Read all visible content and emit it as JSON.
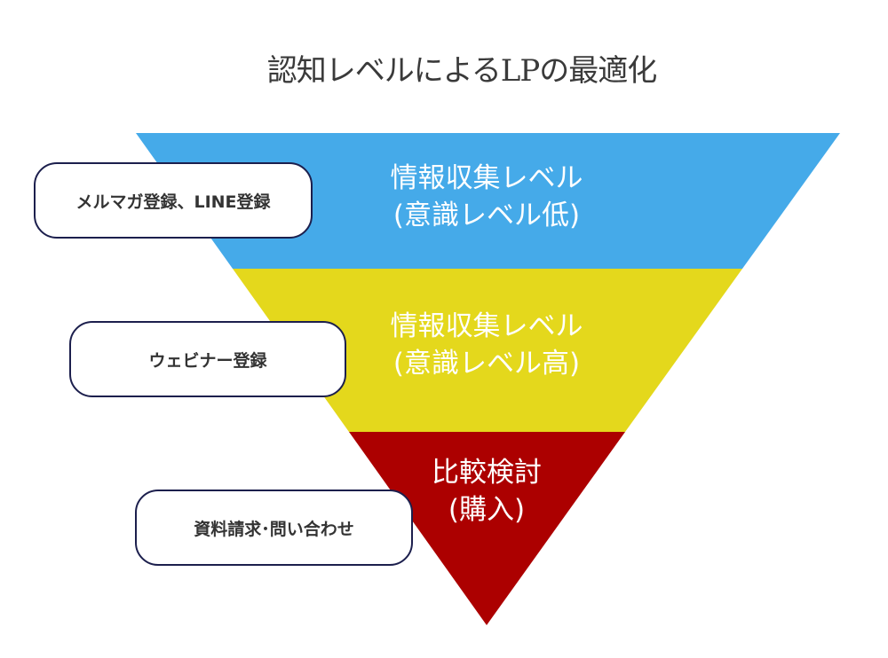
{
  "title": "認知レベルによるLPの最適化",
  "funnel": [
    {
      "line1": "情報収集レベル",
      "line2": "(意識レベル低)",
      "color": "#45aae9",
      "action": "メルマガ登録、LINE登録"
    },
    {
      "line1": "情報収集レベル",
      "line2": "(意識レベル高)",
      "color": "#e4d81c",
      "action": "ウェビナー登録"
    },
    {
      "line1": "比較検討",
      "line2": "(購入)",
      "color": "#ac0000",
      "action": "資料請求･問い合わせ"
    }
  ]
}
